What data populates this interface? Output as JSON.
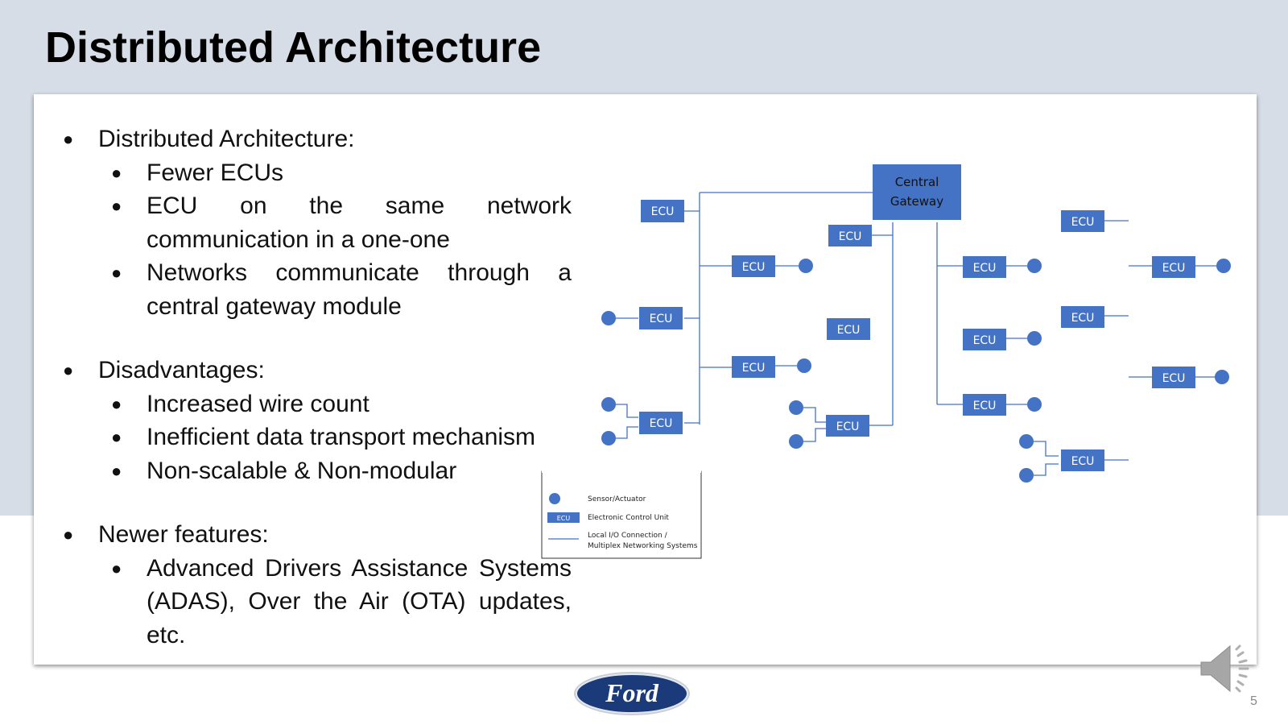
{
  "slide": {
    "title": "Distributed Architecture",
    "page_number": "5"
  },
  "bullets": {
    "b1": "Distributed Architecture:",
    "b1_sub1": "Fewer ECUs",
    "b1_sub2": "ECU on the same network communication in a one-one",
    "b1_sub3": "Networks communicate through a central gateway module",
    "b2": "Disadvantages:",
    "b2_sub1": "Increased wire count",
    "b2_sub2": "Inefficient data transport mechanism",
    "b2_sub3": "Non-scalable & Non-modular",
    "b3": "Newer features:",
    "b3_sub1": "Advanced Drivers Assistance Systems (ADAS), Over the Air (OTA) updates, etc."
  },
  "diagram": {
    "ecu_label": "ECU",
    "gateway_line1": "Central",
    "gateway_line2": "Gateway",
    "legend": {
      "sensor": "Sensor/Actuator",
      "ecu_key": "ECU",
      "ecu": "Electronic Control Unit",
      "line1": "Local I/O Connection /",
      "line2": "Multiplex Networking Systems"
    }
  },
  "logo_text": "Ford",
  "colors": {
    "ecu_fill": "#4472c4",
    "band": "#d6dde6",
    "logo_navy": "#1a3a7a"
  }
}
